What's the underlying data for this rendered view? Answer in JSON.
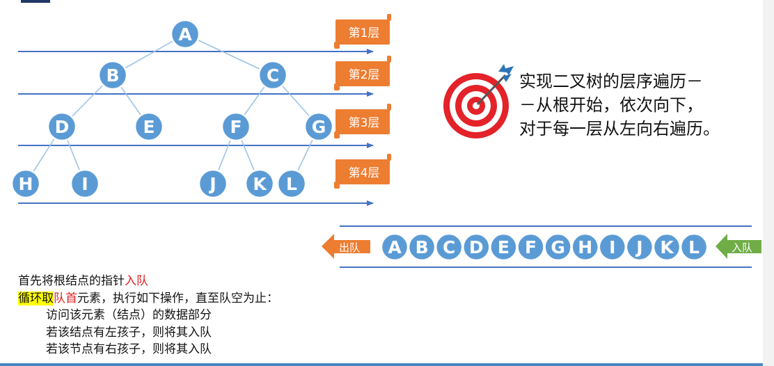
{
  "tree": {
    "nodes": [
      {
        "id": "A",
        "label": "A"
      },
      {
        "id": "B",
        "label": "B"
      },
      {
        "id": "C",
        "label": "C"
      },
      {
        "id": "D",
        "label": "D"
      },
      {
        "id": "E",
        "label": "E"
      },
      {
        "id": "F",
        "label": "F"
      },
      {
        "id": "G",
        "label": "G"
      },
      {
        "id": "H",
        "label": "H"
      },
      {
        "id": "I",
        "label": "I"
      },
      {
        "id": "J",
        "label": "J"
      },
      {
        "id": "K",
        "label": "K"
      },
      {
        "id": "L",
        "label": "L"
      }
    ],
    "edges": [
      [
        "A",
        "B"
      ],
      [
        "A",
        "C"
      ],
      [
        "B",
        "D"
      ],
      [
        "B",
        "E"
      ],
      [
        "C",
        "F"
      ],
      [
        "C",
        "G"
      ],
      [
        "D",
        "H"
      ],
      [
        "D",
        "I"
      ],
      [
        "F",
        "J"
      ],
      [
        "F",
        "K"
      ],
      [
        "G",
        "L"
      ]
    ]
  },
  "levels": [
    "第1层",
    "第2层",
    "第3层",
    "第4层"
  ],
  "target_text": [
    "实现二叉树的层序遍历－",
    "－从根开始，依次向下，",
    "对于每一层从左向右遍历。"
  ],
  "queue": {
    "dequeue_label": "出队",
    "enqueue_label": "入队",
    "items": [
      "A",
      "B",
      "C",
      "D",
      "E",
      "F",
      "G",
      "H",
      "I",
      "J",
      "K",
      "L"
    ]
  },
  "description": {
    "line1_prefix": "首先将根结点的指针",
    "line1_red": "入队",
    "line2_highlight": "循环取",
    "line2_red": "队首",
    "line2_rest": "元素，执行如下操作，直至队空为止：",
    "steps": [
      "访问该元素（结点）的数据部分",
      "若该结点有左孩子，则将其入队",
      "若该节点有右孩子，则将其入队"
    ]
  },
  "colors": {
    "node_fill": "#5b9bd5",
    "node_stroke": "#ffffff",
    "level_line": "#4472c4",
    "level_tag": "#ed7d31",
    "dequeue_arrow": "#ed7d31",
    "enqueue_arrow": "#70ad47",
    "target_red": "#e32229",
    "dart": "#2e75b6"
  }
}
